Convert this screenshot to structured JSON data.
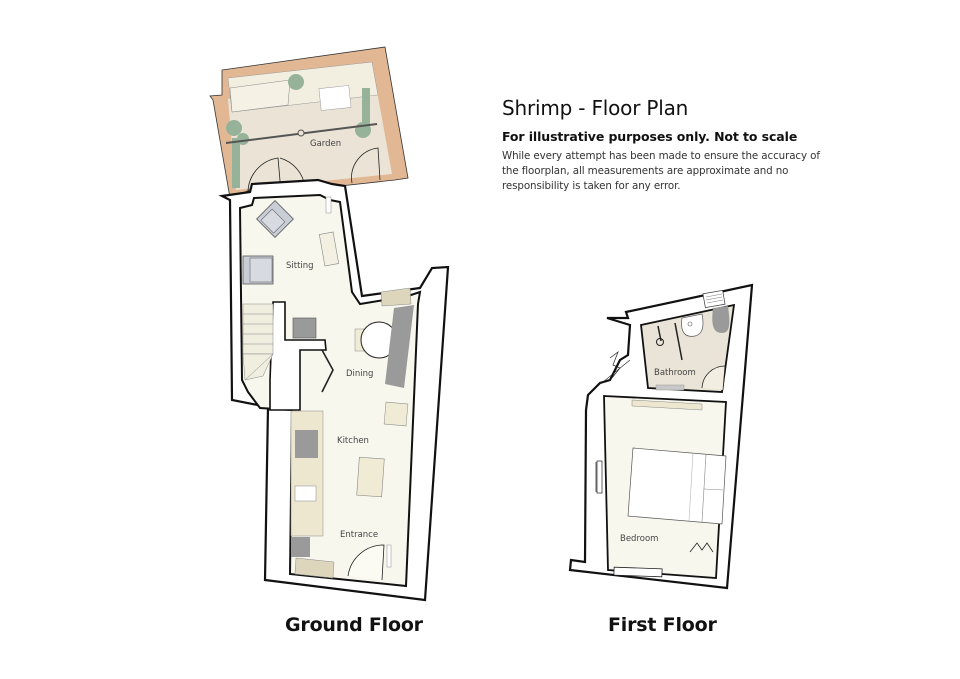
{
  "header": {
    "title": "Shrimp - Floor Plan",
    "subtitle": "For illustrative purposes only. Not to scale",
    "disclaimer": "While every attempt has been made to ensure the accuracy of the floorplan, all measurements are approximate and no responsibility is taken for any error."
  },
  "floors": [
    {
      "name": "Ground Floor",
      "rooms": [
        {
          "label": "Garden"
        },
        {
          "label": "Sitting"
        },
        {
          "label": "Dining"
        },
        {
          "label": "Kitchen"
        },
        {
          "label": "Entrance"
        }
      ]
    },
    {
      "name": "First Floor",
      "rooms": [
        {
          "label": "Bathroom"
        },
        {
          "label": "Bedroom"
        }
      ]
    }
  ],
  "colors": {
    "wall": "#111111",
    "floor_fill": "#f8f7ee",
    "garden_border": "#e2b894",
    "garden_fill": "#ebe3d5",
    "planter": "#96b399",
    "bathroom_fill": "#e9e4d7",
    "furniture_grey": "#9a9a9a",
    "sofa": "#c9cdd6",
    "worktop": "#ede7cf"
  }
}
